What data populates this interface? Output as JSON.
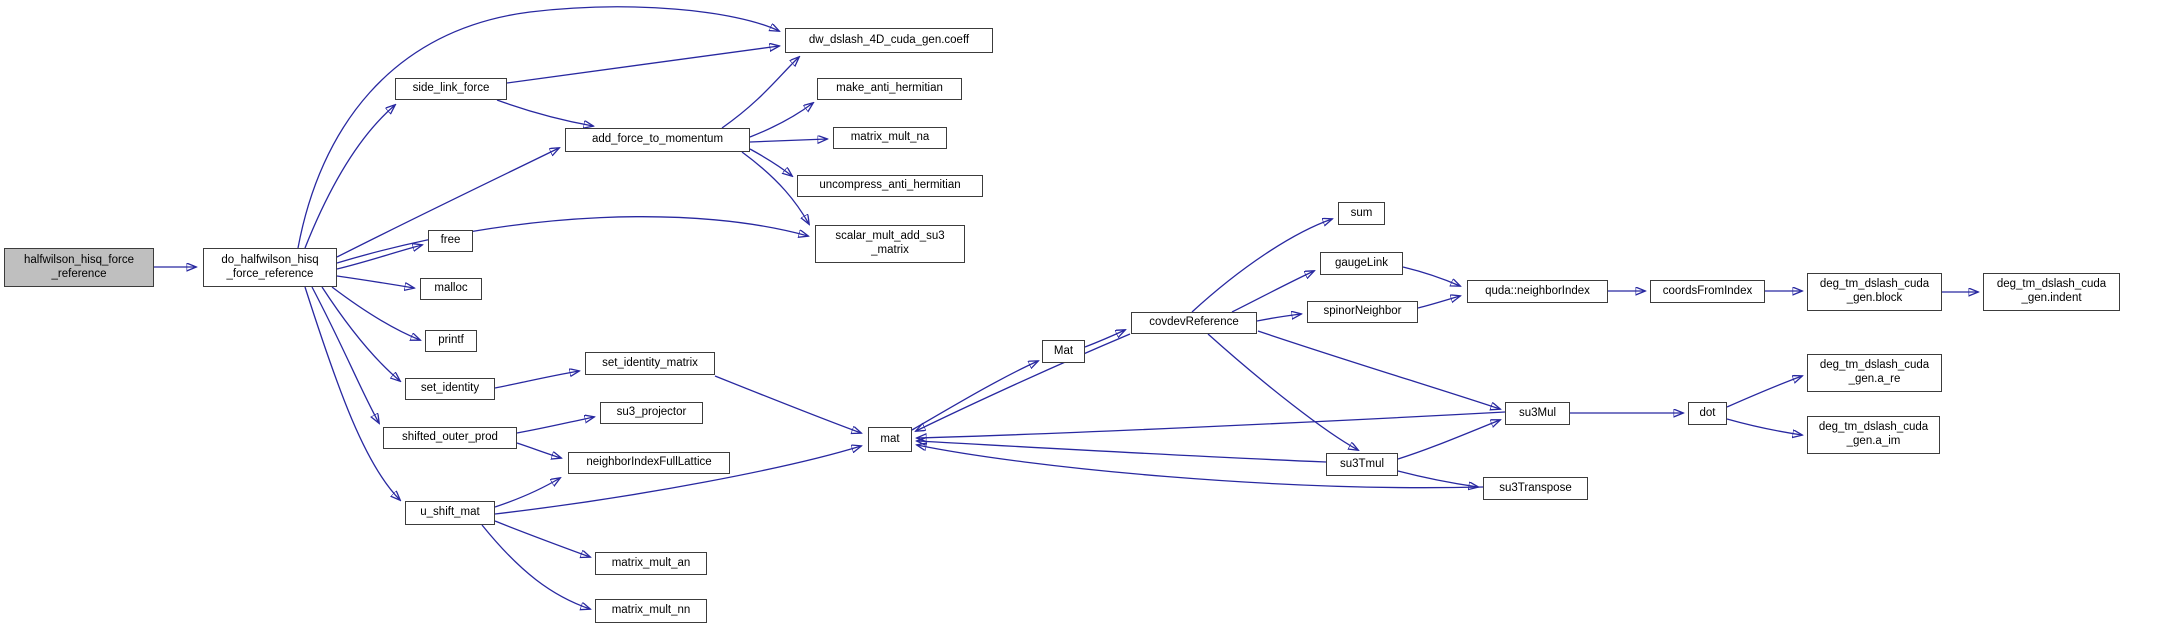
{
  "diagram": {
    "type": "doxygen-call-graph",
    "background_color": "#ffffff",
    "edge_color": "#2828a0",
    "node_border_color": "#3c3c3c",
    "node_fill_color": "#ffffff",
    "highlighted_node_fill_color": "#bfbfbf",
    "highlighted_node": "halfwilson_hisq_force_reference"
  },
  "nodes": {
    "halfwilson": {
      "label": "halfwilson_hisq_force\n_reference"
    },
    "do_halfwilson": {
      "label": "do_halfwilson_hisq\n_force_reference"
    },
    "side_link_force": {
      "label": "side_link_force"
    },
    "add_force_to_momentum": {
      "label": "add_force_to_momentum"
    },
    "dw_coeff": {
      "label": "dw_dslash_4D_cuda_gen.coeff"
    },
    "make_anti_hermitian": {
      "label": "make_anti_hermitian"
    },
    "matrix_mult_na": {
      "label": "matrix_mult_na"
    },
    "uncompress_anti_hermitian": {
      "label": "uncompress_anti_hermitian"
    },
    "scalar_mult_add_su3_matrix": {
      "label": "scalar_mult_add_su3\n_matrix"
    },
    "free": {
      "label": "free"
    },
    "malloc": {
      "label": "malloc"
    },
    "printf": {
      "label": "printf"
    },
    "set_identity": {
      "label": "set_identity"
    },
    "set_identity_matrix": {
      "label": "set_identity_matrix"
    },
    "shifted_outer_prod": {
      "label": "shifted_outer_prod"
    },
    "su3_projector": {
      "label": "su3_projector"
    },
    "neighborIndexFullLattice": {
      "label": "neighborIndexFullLattice"
    },
    "u_shift_mat": {
      "label": "u_shift_mat"
    },
    "matrix_mult_an": {
      "label": "matrix_mult_an"
    },
    "matrix_mult_nn": {
      "label": "matrix_mult_nn"
    },
    "mat": {
      "label": "mat"
    },
    "Mat": {
      "label": "Mat"
    },
    "covdevReference": {
      "label": "covdevReference"
    },
    "sum": {
      "label": "sum"
    },
    "gaugeLink": {
      "label": "gaugeLink"
    },
    "spinorNeighbor": {
      "label": "spinorNeighbor"
    },
    "quda_neighborIndex": {
      "label": "quda::neighborIndex"
    },
    "coordsFromIndex": {
      "label": "coordsFromIndex"
    },
    "deg_block": {
      "label": "deg_tm_dslash_cuda\n_gen.block"
    },
    "deg_indent": {
      "label": "deg_tm_dslash_cuda\n_gen.indent"
    },
    "su3Mul": {
      "label": "su3Mul"
    },
    "dot": {
      "label": "dot"
    },
    "deg_a_re": {
      "label": "deg_tm_dslash_cuda\n_gen.a_re"
    },
    "deg_a_im": {
      "label": "deg_tm_dslash_cuda\n_gen.a_im"
    },
    "su3Tmul": {
      "label": "su3Tmul"
    },
    "su3Transpose": {
      "label": "su3Transpose"
    }
  }
}
